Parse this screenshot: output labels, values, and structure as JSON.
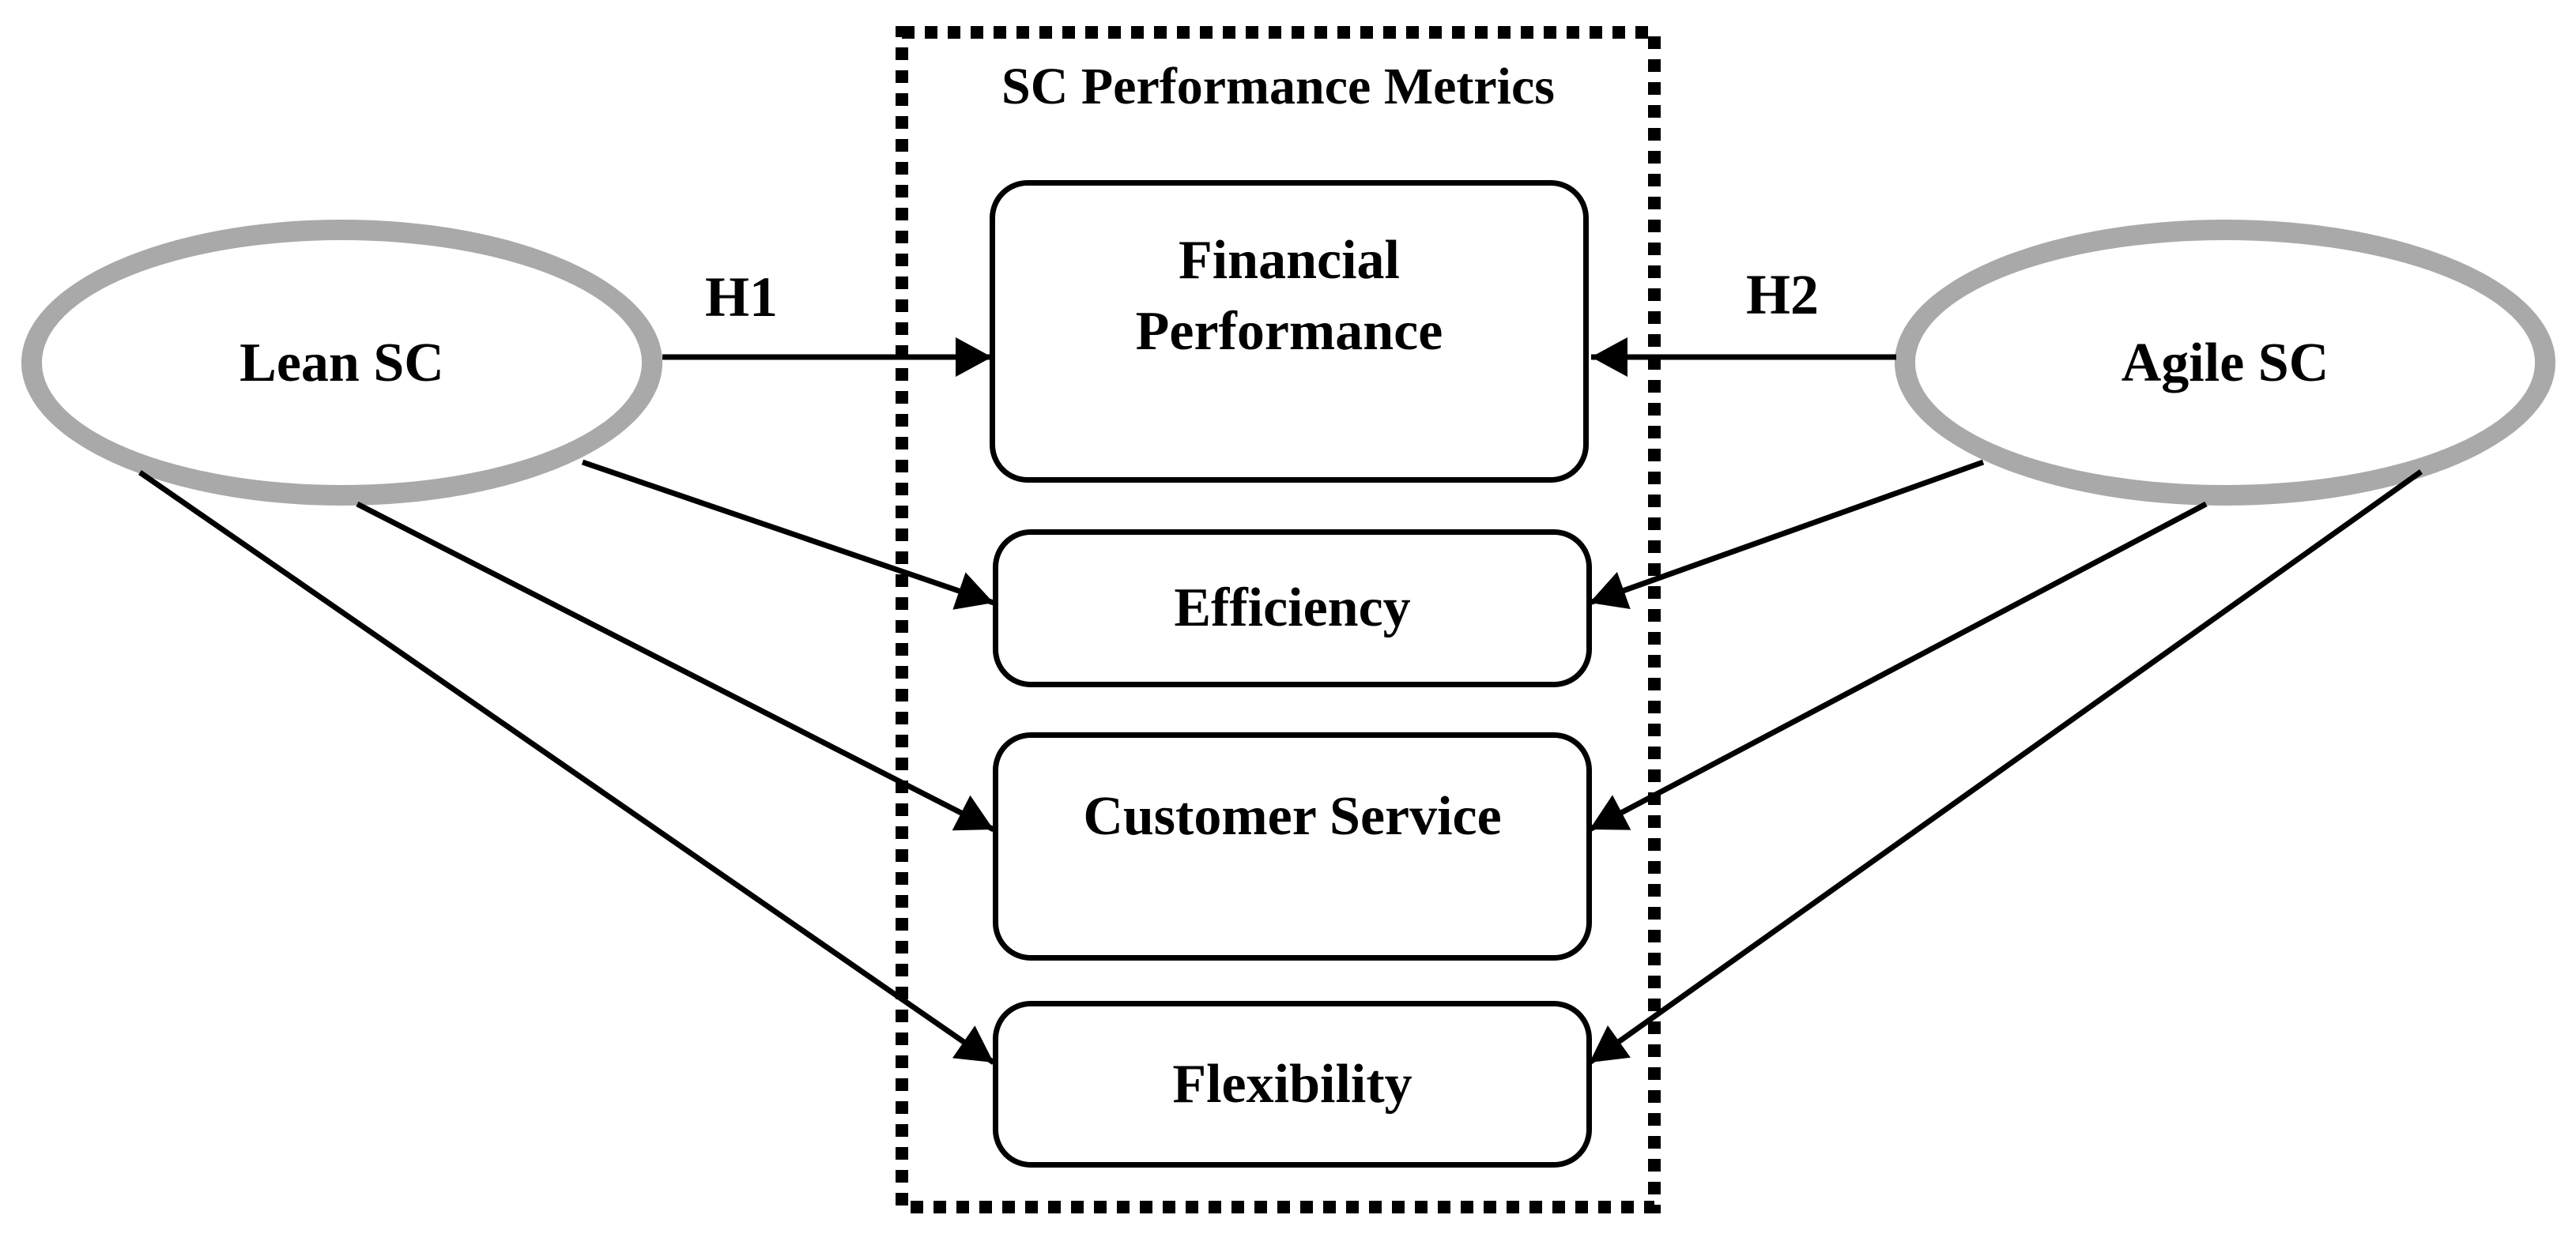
{
  "figure": {
    "group": {
      "title": "SC Performance Metrics"
    },
    "constructs": {
      "lean": {
        "label": "Lean SC"
      },
      "agile": {
        "label": "Agile SC"
      }
    },
    "metrics": {
      "financial": {
        "label": "Financial Performance"
      },
      "efficiency": {
        "label": "Efficiency"
      },
      "customer_service": {
        "label": "Customer Service"
      },
      "flexibility": {
        "label": "Flexibility"
      }
    },
    "hypothesis_labels": {
      "h1": "H1",
      "h2": "H2"
    },
    "edges": [
      {
        "from": "Lean SC",
        "to": "Financial Performance",
        "label": "H1"
      },
      {
        "from": "Lean SC",
        "to": "Efficiency",
        "label": ""
      },
      {
        "from": "Lean SC",
        "to": "Customer Service",
        "label": ""
      },
      {
        "from": "Lean SC",
        "to": "Flexibility",
        "label": ""
      },
      {
        "from": "Agile SC",
        "to": "Financial Performance",
        "label": "H2"
      },
      {
        "from": "Agile SC",
        "to": "Efficiency",
        "label": ""
      },
      {
        "from": "Agile SC",
        "to": "Customer Service",
        "label": ""
      },
      {
        "from": "Agile SC",
        "to": "Flexibility",
        "label": ""
      }
    ],
    "colors": {
      "background": "#ffffff",
      "construct_stroke": "#a9a9a9",
      "edge_stroke": "#000000",
      "metric_border": "#000000",
      "text": "#000000"
    }
  }
}
